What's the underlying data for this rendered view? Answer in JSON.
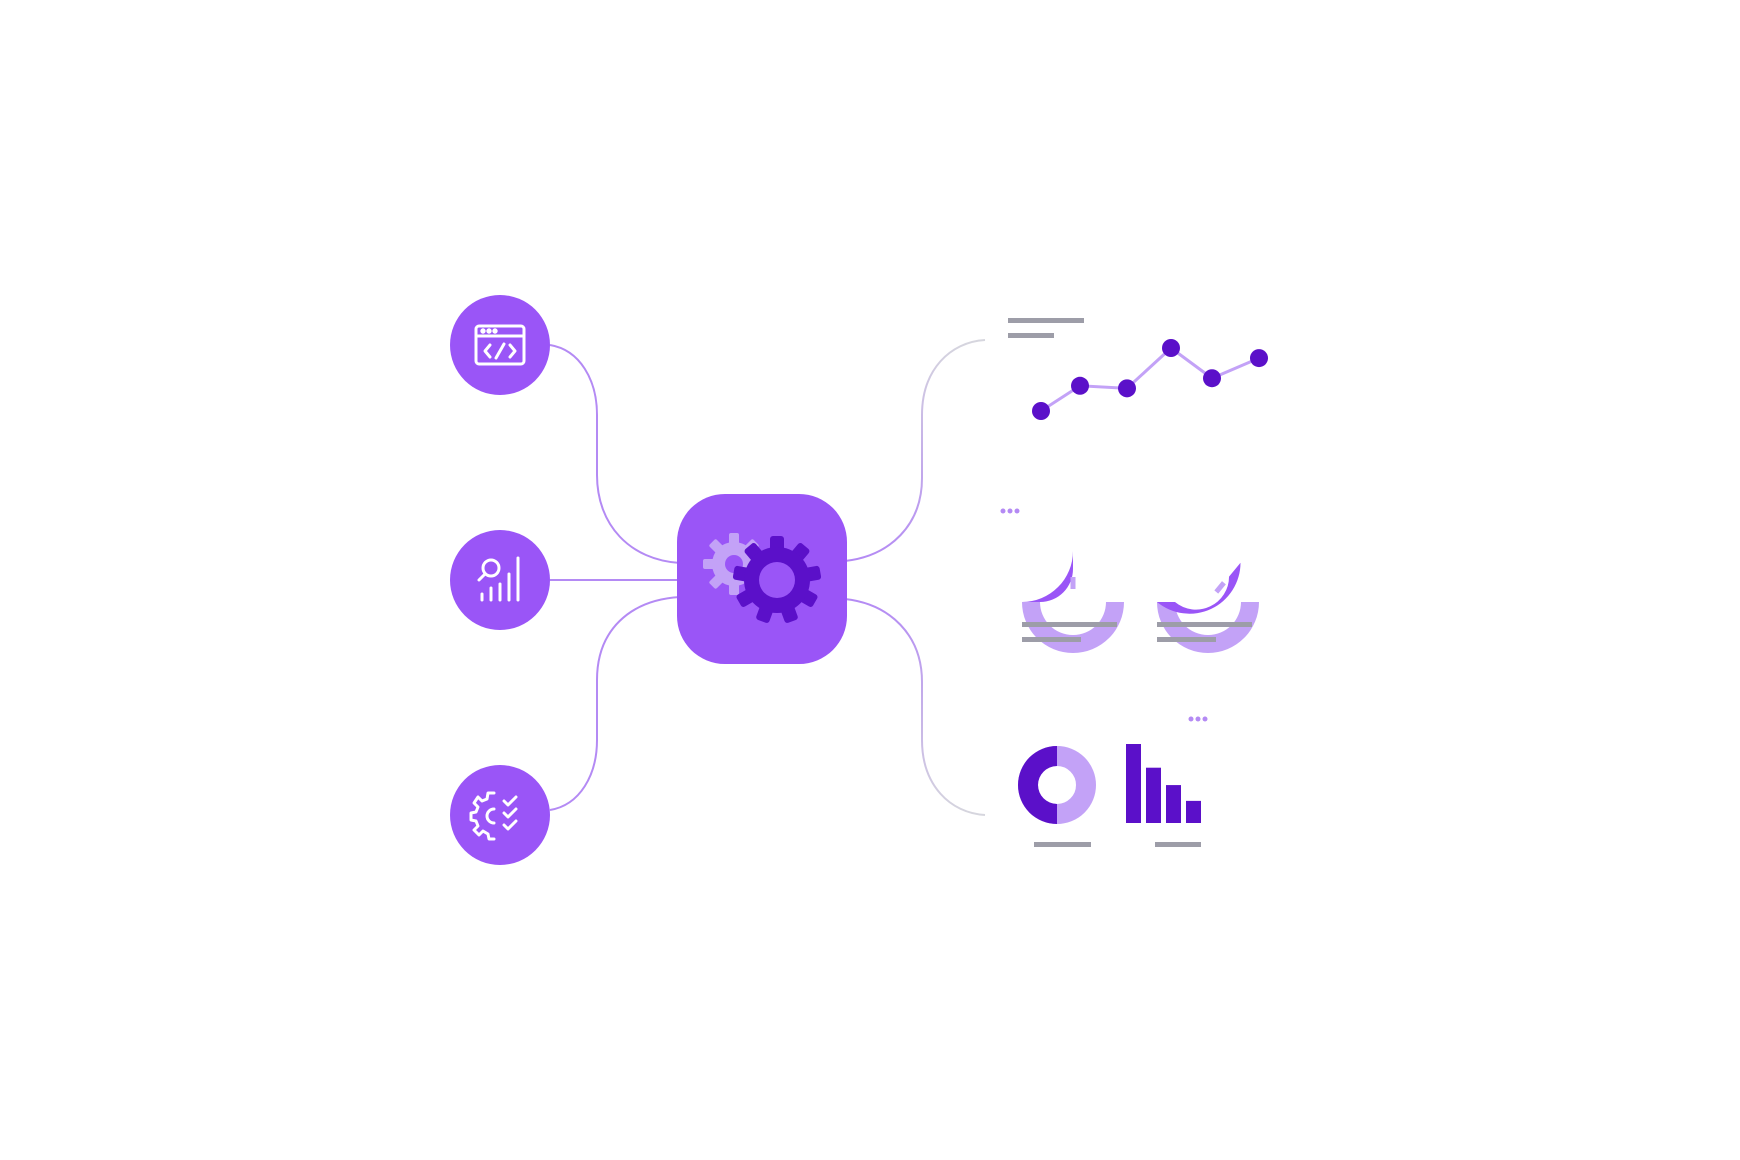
{
  "colors": {
    "primary": "#9a55f7",
    "primary_dark": "#5b10c9",
    "primary_light": "#c3a2f7",
    "connector": "#b48af4",
    "connector_fade": "#d2d2da",
    "placeholder_gray": "#9d9da8",
    "background": "#ffffff"
  },
  "hub": {
    "icon": "gears-icon"
  },
  "inputs": [
    {
      "id": "code",
      "icon": "code-window-icon"
    },
    {
      "id": "analytics",
      "icon": "search-analytics-icon"
    },
    {
      "id": "config",
      "icon": "gear-checklist-icon"
    }
  ],
  "outputs": {
    "line_chart": {
      "icon": "line-chart-widget",
      "values": [
        12,
        32,
        30,
        62,
        38,
        54
      ]
    },
    "gauges": [
      {
        "icon": "gauge-icon",
        "level": 0.5
      },
      {
        "icon": "gauge-icon",
        "level": 0.72
      }
    ],
    "donut": {
      "icon": "donut-chart-icon",
      "share": 0.5
    },
    "bar_chart": {
      "icon": "bar-chart-icon",
      "values": [
        100,
        70,
        48,
        28
      ]
    }
  }
}
